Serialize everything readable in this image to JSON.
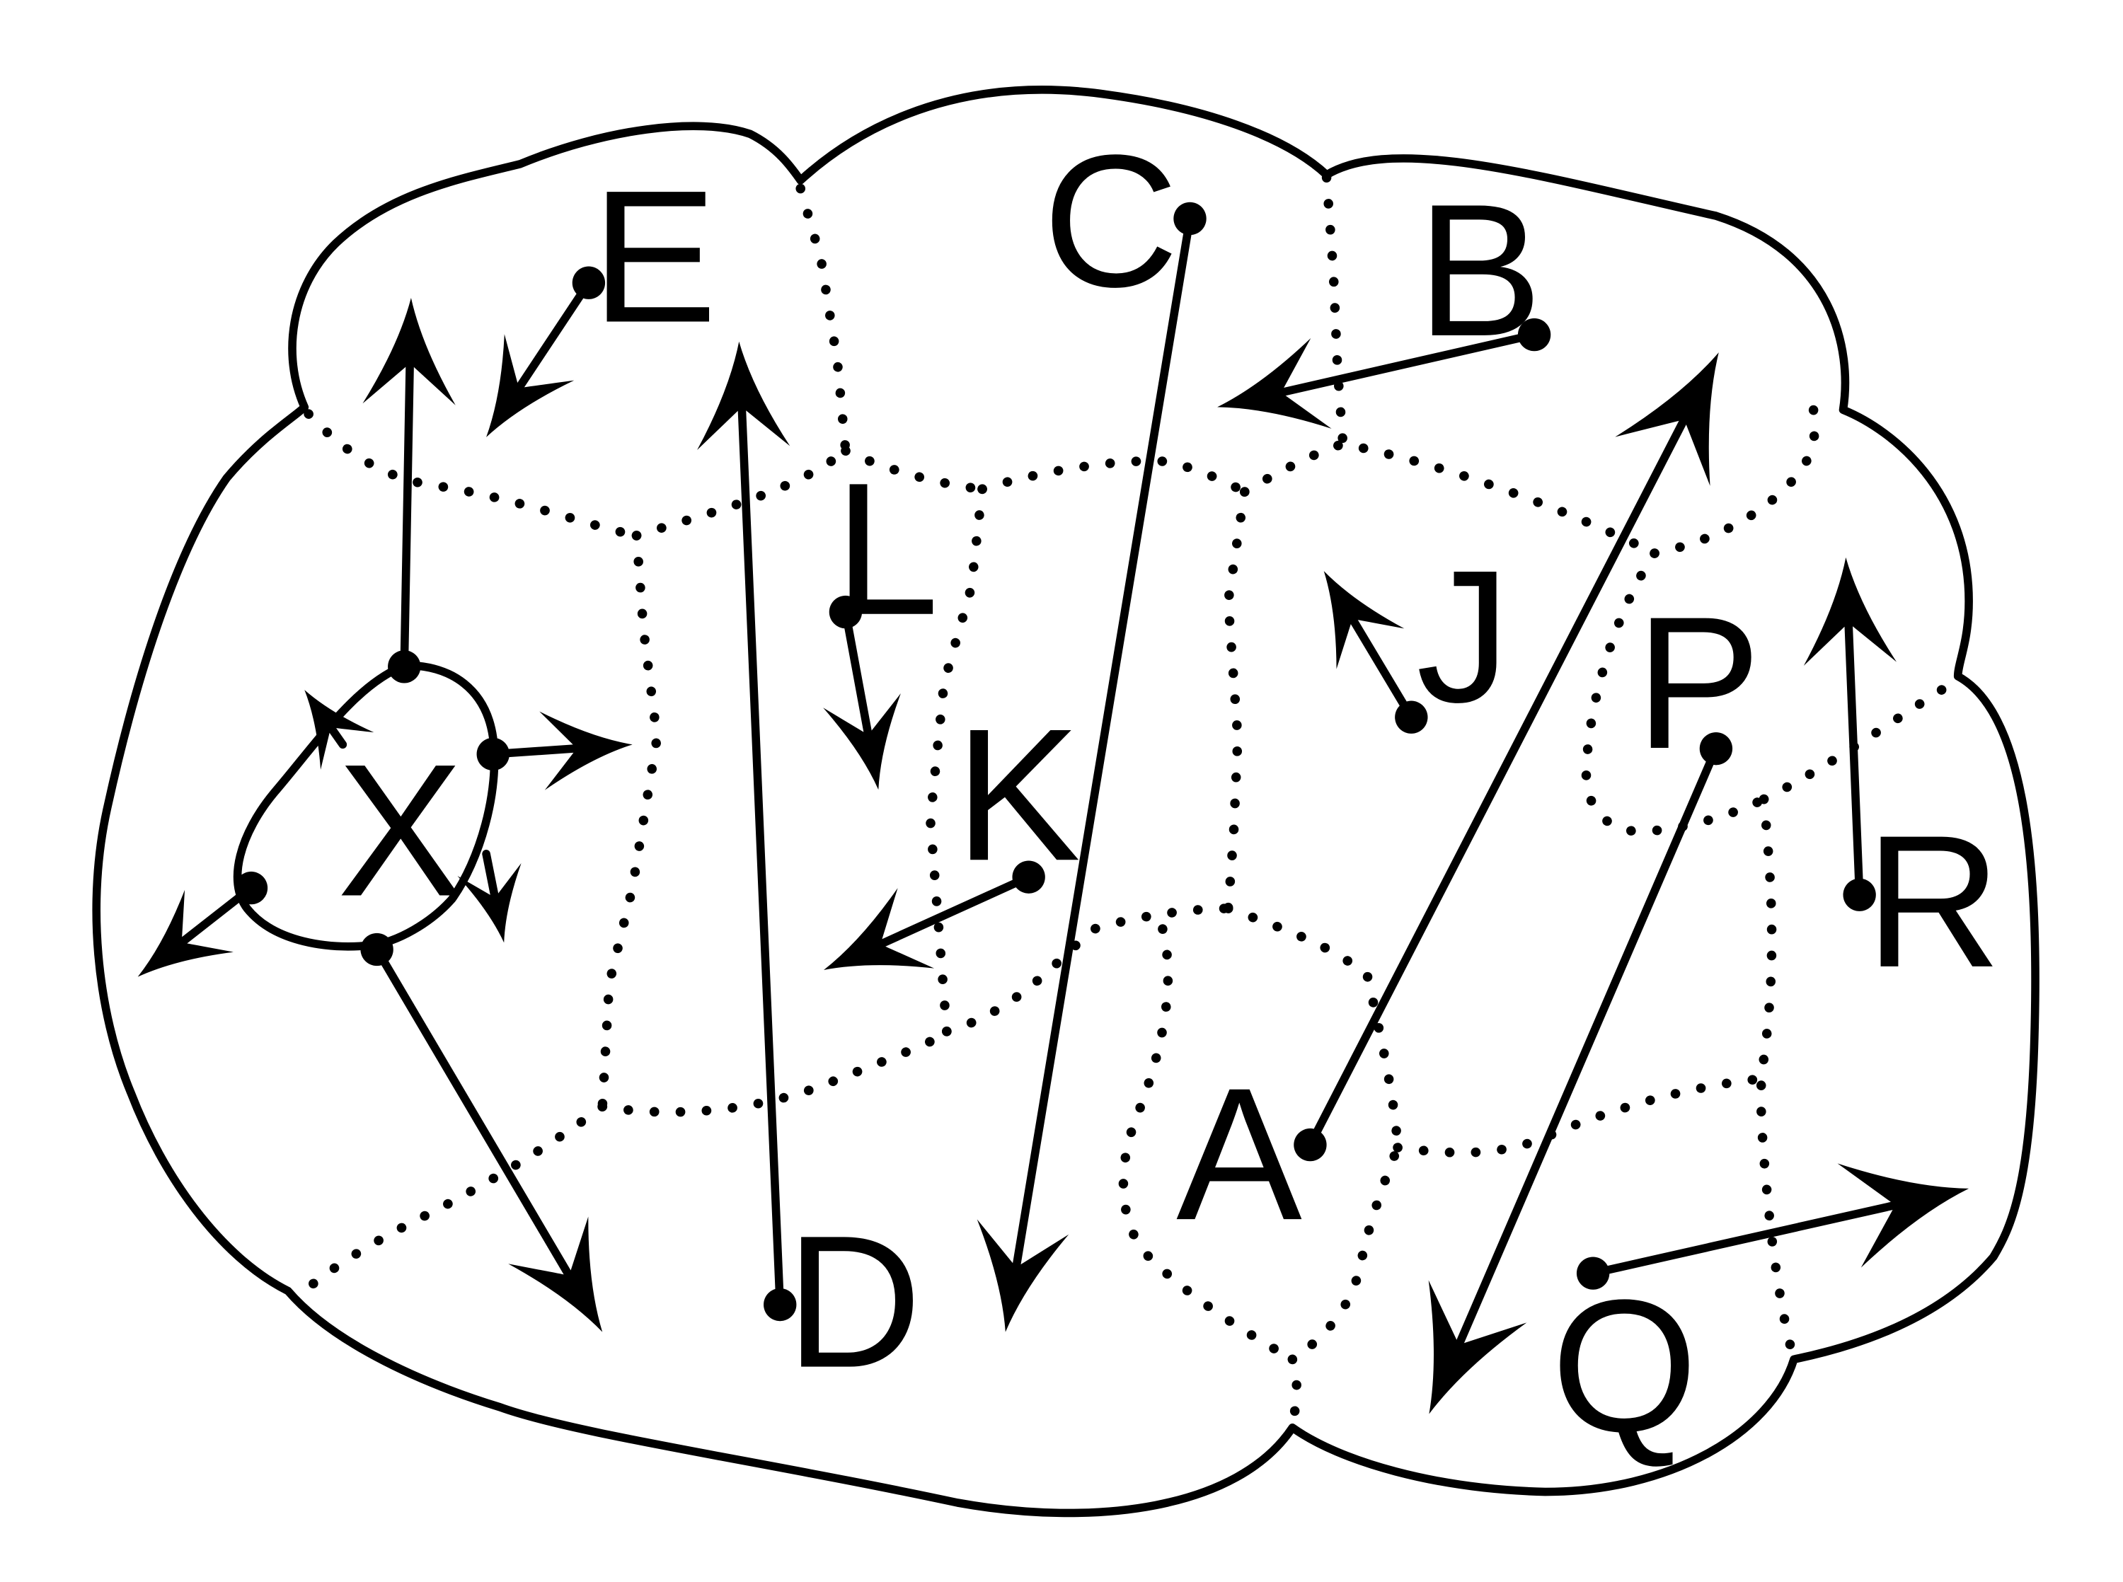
{
  "labels": {
    "A": "A",
    "B": "B",
    "C": "C",
    "D": "D",
    "E": "E",
    "J": "J",
    "K": "K",
    "L": "L",
    "P": "P",
    "Q": "Q",
    "R": "R",
    "X": "X"
  },
  "colors": {
    "ink": "#000000",
    "background": "#ffffff"
  }
}
